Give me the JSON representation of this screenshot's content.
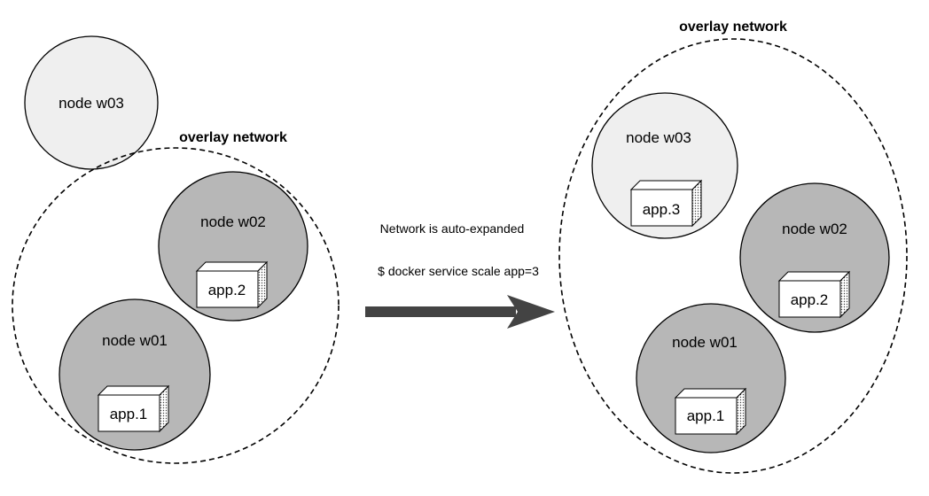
{
  "diagram": {
    "before": {
      "overlay_label": "overlay network",
      "outside_node": "node w03",
      "nodes": [
        {
          "label": "node w02",
          "app": "app.2"
        },
        {
          "label": "node w01",
          "app": "app.1"
        }
      ]
    },
    "transition": {
      "caption": "Network is auto-expanded",
      "command": "$ docker service scale app=3"
    },
    "after": {
      "overlay_label": "overlay network",
      "nodes": [
        {
          "label": "node w03",
          "app": "app.3"
        },
        {
          "label": "node w02",
          "app": "app.2"
        },
        {
          "label": "node w01",
          "app": "app.1"
        }
      ]
    },
    "colors": {
      "worker_node": "#b7b7b7",
      "new_node": "#efefef",
      "arrow": "#434343",
      "outline": "#000000"
    }
  }
}
